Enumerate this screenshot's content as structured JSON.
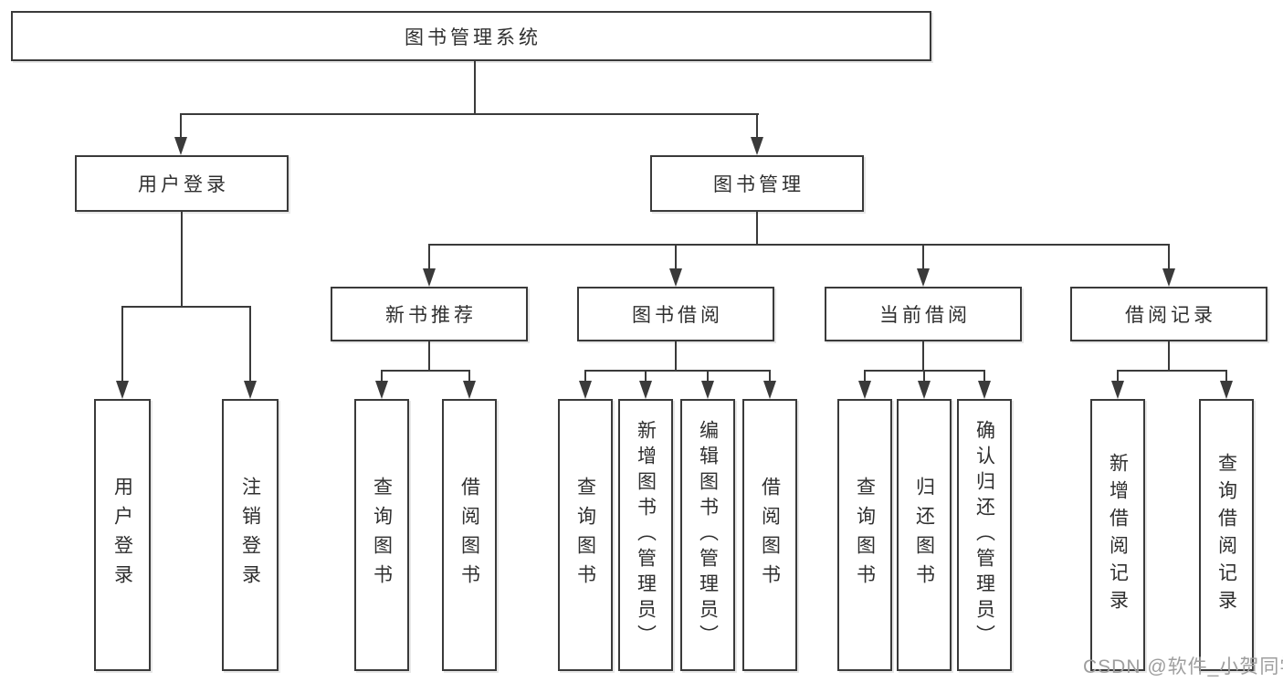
{
  "diagram": {
    "type": "hierarchy-tree",
    "root": {
      "label": "图书管理系统"
    },
    "level2": [
      {
        "id": "user-login",
        "label": "用户登录",
        "parent": "root"
      },
      {
        "id": "book-management",
        "label": "图书管理",
        "parent": "root"
      }
    ],
    "level3": [
      {
        "id": "new-book-recommend",
        "label": "新书推荐",
        "parent": "book-management"
      },
      {
        "id": "book-borrow",
        "label": "图书借阅",
        "parent": "book-management"
      },
      {
        "id": "current-borrow",
        "label": "当前借阅",
        "parent": "book-management"
      },
      {
        "id": "borrow-record",
        "label": "借阅记录",
        "parent": "book-management"
      }
    ],
    "leaves": [
      {
        "id": "user-login-leaf",
        "label": "用户登录",
        "parent": "user-login"
      },
      {
        "id": "logout",
        "label": "注销登录",
        "parent": "user-login"
      },
      {
        "id": "query-book-1",
        "label": "查询图书",
        "parent": "new-book-recommend"
      },
      {
        "id": "borrow-book-1",
        "label": "借阅图书",
        "parent": "new-book-recommend"
      },
      {
        "id": "query-book-2",
        "label": "查询图书",
        "parent": "book-borrow"
      },
      {
        "id": "add-book",
        "label": "新增图书（管理员）",
        "parent": "book-borrow"
      },
      {
        "id": "edit-book",
        "label": "编辑图书（管理员）",
        "parent": "book-borrow"
      },
      {
        "id": "borrow-book-2",
        "label": "借阅图书",
        "parent": "book-borrow"
      },
      {
        "id": "query-book-3",
        "label": "查询图书",
        "parent": "current-borrow"
      },
      {
        "id": "return-book",
        "label": "归还图书",
        "parent": "current-borrow"
      },
      {
        "id": "confirm-return",
        "label": "确认归还（管理员）",
        "parent": "current-borrow"
      },
      {
        "id": "add-borrow-record",
        "label": "新增借阅记录",
        "parent": "borrow-record"
      },
      {
        "id": "query-borrow-record",
        "label": "查询借阅记录",
        "parent": "borrow-record"
      }
    ]
  },
  "watermark": {
    "text": "CSDN @软件_小贺同学"
  },
  "colors": {
    "line": "#3a3a3a",
    "box_border": "#3a3a3a",
    "text": "#2f2f2f",
    "watermark": "#9e9e9e",
    "background": "#ffffff"
  }
}
